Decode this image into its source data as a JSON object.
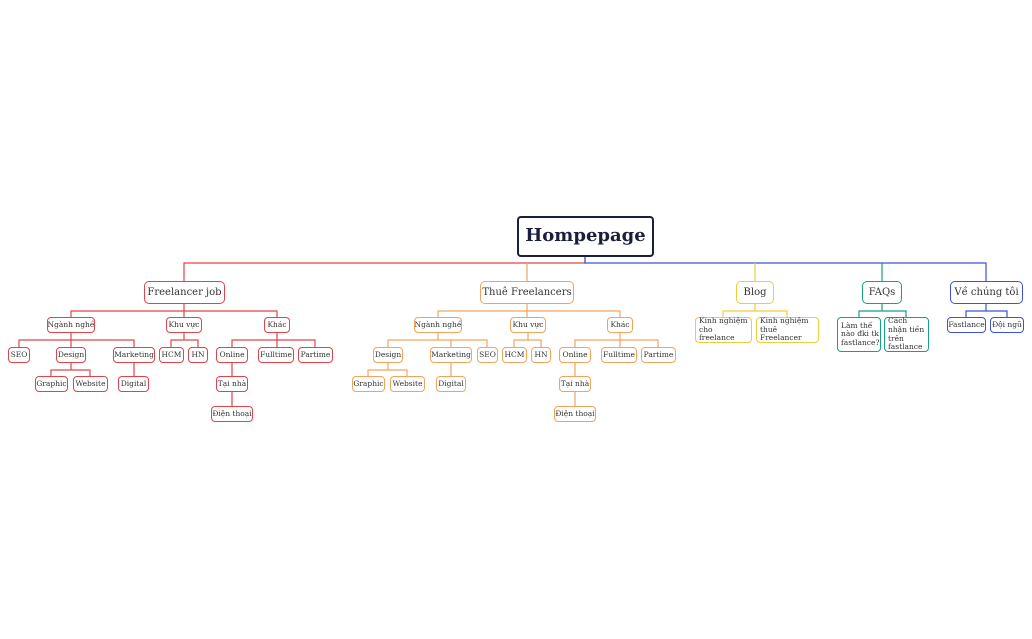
{
  "root": "Hompepage",
  "colors": {
    "root": "#1a1f3d",
    "freelancer": "#e0434a",
    "thue": "#f2a35e",
    "blog": "#f0cc3a",
    "faqs": "#16a085",
    "ve": "#3f51d8",
    "line_blue": "#3f51d8"
  },
  "branches": {
    "freelancer": {
      "label": "Freelancer job",
      "nganh": "Ngành nghề",
      "seo": "SEO",
      "design": "Design",
      "graphic": "Graphic",
      "website": "Website",
      "marketing": "Marketing",
      "digital": "Digital",
      "khuvuc": "Khu vực",
      "hcm": "HCM",
      "hn": "HN",
      "khac": "Khác",
      "online": "Online",
      "tainha": "Tại nhà",
      "dienthoai": "Điện thoại",
      "fulltime": "Fulltime",
      "partime": "Partime"
    },
    "thue": {
      "label": "Thuê Freelancers",
      "nganh": "Ngành nghề",
      "design": "Design",
      "graphic": "Graphic",
      "website": "Website",
      "marketing": "Marketing",
      "digital": "Digital",
      "seo": "SEO",
      "khuvuc": "Khu vực",
      "hcm": "HCM",
      "hn": "HN",
      "khac": "Khác",
      "online": "Online",
      "tainha": "Tại nhà",
      "dienthoai": "Điện thoại",
      "fulltime": "Fulltime",
      "partime": "Partime"
    },
    "blog": {
      "label": "Blog",
      "kn_freelance": "Kinh nghiệm cho freelance",
      "kn_thue": "Kinh nghiệm thuê Freelancer"
    },
    "faqs": {
      "label": "FAQs",
      "q1": "Làm thế nào đki tk fastlance?",
      "q2": "Cách nhận tiền trên fastlance"
    },
    "ve": {
      "label": "Về chúng tôi",
      "fastlance": "Fastlance",
      "doingu": "Đội ngũ"
    }
  }
}
